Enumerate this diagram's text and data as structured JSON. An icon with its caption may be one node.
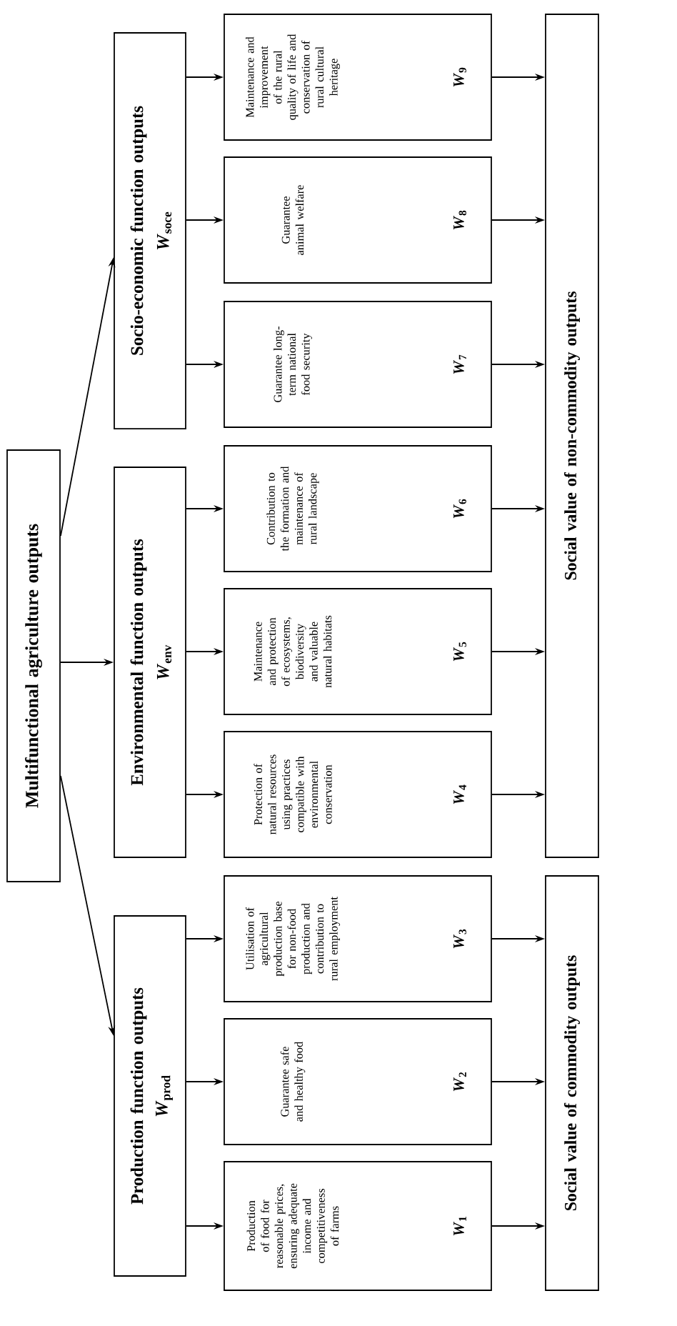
{
  "diagram": {
    "nodes": [
      {
        "text": [
          "Multifunctional agriculture outputs"
        ]
      },
      {
        "text": [
          "Production function outputs",
          "*W*$_{prod}$"
        ]
      },
      {
        "text": [
          "Environmental function outputs",
          "*W*$_{env}$"
        ]
      },
      {
        "text": [
          "Socio-economic function outputs",
          "*W*$_{soce}$"
        ]
      },
      {
        "text": [
          "Production of food for reasonable prices, ensuring adequate income and competitiveness of farms",
          "*W*$_{1}$"
        ]
      },
      {
        "text": [
          "Guarantee safe and healthy food",
          "*W*$_{2}$"
        ]
      },
      {
        "text": [
          "Utilisation of agricultural production base for non-food production and contribution to rural employment",
          "*W*$_{3}$"
        ]
      },
      {
        "text": [
          "Protection of natural resources using practices compatible with environmental conservation",
          "*W*$_{4}$"
        ]
      },
      {
        "text": [
          "Maintenance and protection of ecosystems, biodiversity and valuable natural habitats",
          "*W*$_{5}$"
        ]
      },
      {
        "text": [
          "Contribution to the formation and maintenance of rural landscape",
          "*W*$_{6}$"
        ]
      },
      {
        "text": [
          "Guarantee long-term national food security",
          "*W*$_{7}$"
        ]
      },
      {
        "text": [
          "Guarantee animal welfare",
          "*W*$_{8}$"
        ]
      },
      {
        "text": [
          "Maintenance and improvement of the rural quality of life and conservation of rural cultural heritage",
          "*W*$_{9}$"
        ]
      },
      {
        "text": [
          "Social value of commodity outputs"
        ]
      },
      {
        "text": [
          "Social value of non-commodity outputs"
        ]
      }
    ],
    "edges": [
      {
        "from": 0,
        "to": 1,
        "arrow": "to"
      },
      {
        "from": 0,
        "to": 2,
        "arrow": "to"
      },
      {
        "from": 0,
        "to": 3,
        "arrow": "to"
      },
      {
        "from": 1,
        "to": 4,
        "arrow": "to"
      },
      {
        "from": 1,
        "to": 5,
        "arrow": "to"
      },
      {
        "from": 1,
        "to": 6,
        "arrow": "to"
      },
      {
        "from": 2,
        "to": 7,
        "arrow": "to"
      },
      {
        "from": 2,
        "to": 8,
        "arrow": "to"
      },
      {
        "from": 2,
        "to": 9,
        "arrow": "to"
      },
      {
        "from": 3,
        "to": 10,
        "arrow": "to"
      },
      {
        "from": 3,
        "to": 11,
        "arrow": "to"
      },
      {
        "from": 3,
        "to": 12,
        "arrow": "to"
      },
      {
        "from": 4,
        "to": 13,
        "arrow": "to"
      },
      {
        "from": 5,
        "to": 13,
        "arrow": "to"
      },
      {
        "from": 6,
        "to": 13,
        "arrow": "to"
      },
      {
        "from": 7,
        "to": 14,
        "arrow": "to"
      },
      {
        "from": 8,
        "to": 14,
        "arrow": "to"
      },
      {
        "from": 9,
        "to": 14,
        "arrow": "to"
      },
      {
        "from": 10,
        "to": 14,
        "arrow": "to"
      },
      {
        "from": 11,
        "to": 14,
        "arrow": "to"
      },
      {
        "from": 12,
        "to": 14,
        "arrow": "to"
      }
    ]
  }
}
